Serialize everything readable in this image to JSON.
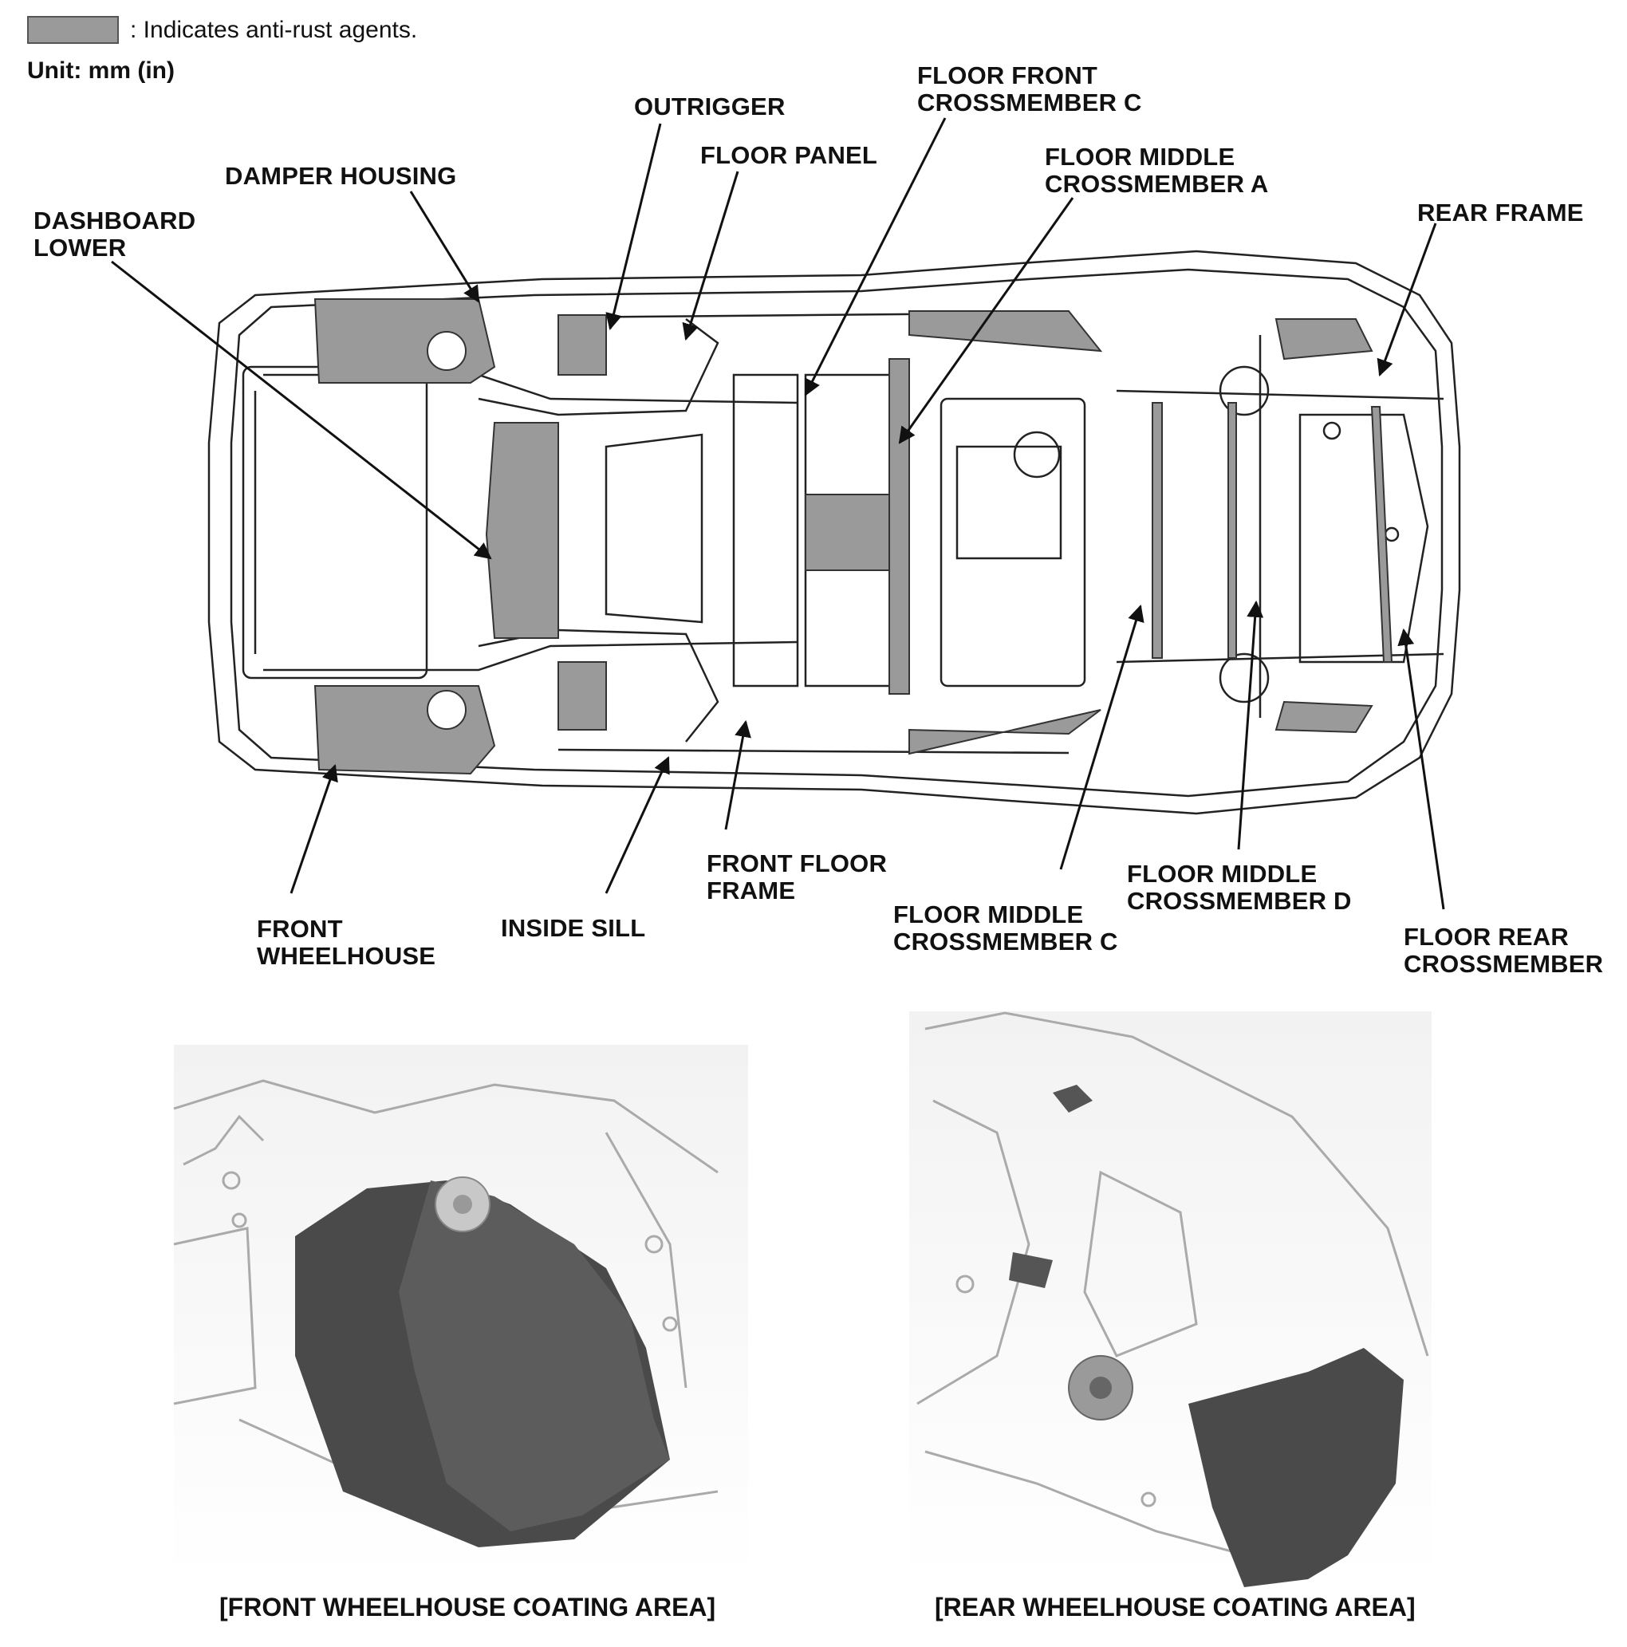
{
  "legend": {
    "text": ": Indicates anti-rust agents.",
    "swatch_color": "#9a9a9a"
  },
  "unit": "Unit: mm (in)",
  "labels": {
    "outrigger": "OUTRIGGER",
    "floor_panel": "FLOOR PANEL",
    "floor_front_crossmember_c": "FLOOR FRONT\nCROSSMEMBER C",
    "floor_middle_crossmember_a": "FLOOR MIDDLE\nCROSSMEMBER A",
    "rear_frame": "REAR FRAME",
    "damper_housing": "DAMPER HOUSING",
    "dashboard_lower": "DASHBOARD\nLOWER",
    "front_wheelhouse": "FRONT\nWHEELHOUSE",
    "inside_sill": "INSIDE SILL",
    "front_floor_frame": "FRONT FLOOR\nFRAME",
    "floor_middle_crossmember_c": "FLOOR MIDDLE\nCROSSMEMBER C",
    "floor_middle_crossmember_d": "FLOOR MIDDLE\nCROSSMEMBER D",
    "floor_rear_crossmember": "FLOOR REAR\nCROSSMEMBER"
  },
  "captions": {
    "front": "[FRONT WHEELHOUSE COATING AREA]",
    "rear": "[REAR WHEELHOUSE COATING AREA]"
  },
  "colors": {
    "coating": "#9a9a9a",
    "line": "#222222",
    "photo_bg": "#d9d9d9",
    "photo_dark": "#4a4a4a"
  }
}
